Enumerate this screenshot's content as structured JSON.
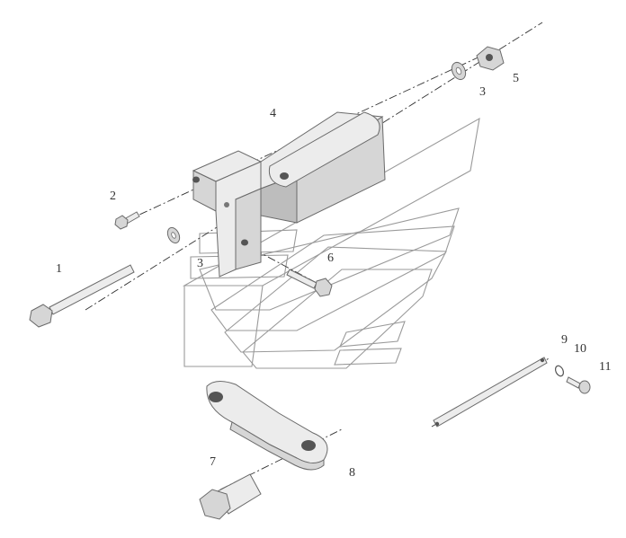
{
  "callouts": [
    "1",
    "2",
    "3",
    "3",
    "4",
    "5",
    "6",
    "7",
    "8",
    "9",
    "10",
    "11"
  ]
}
